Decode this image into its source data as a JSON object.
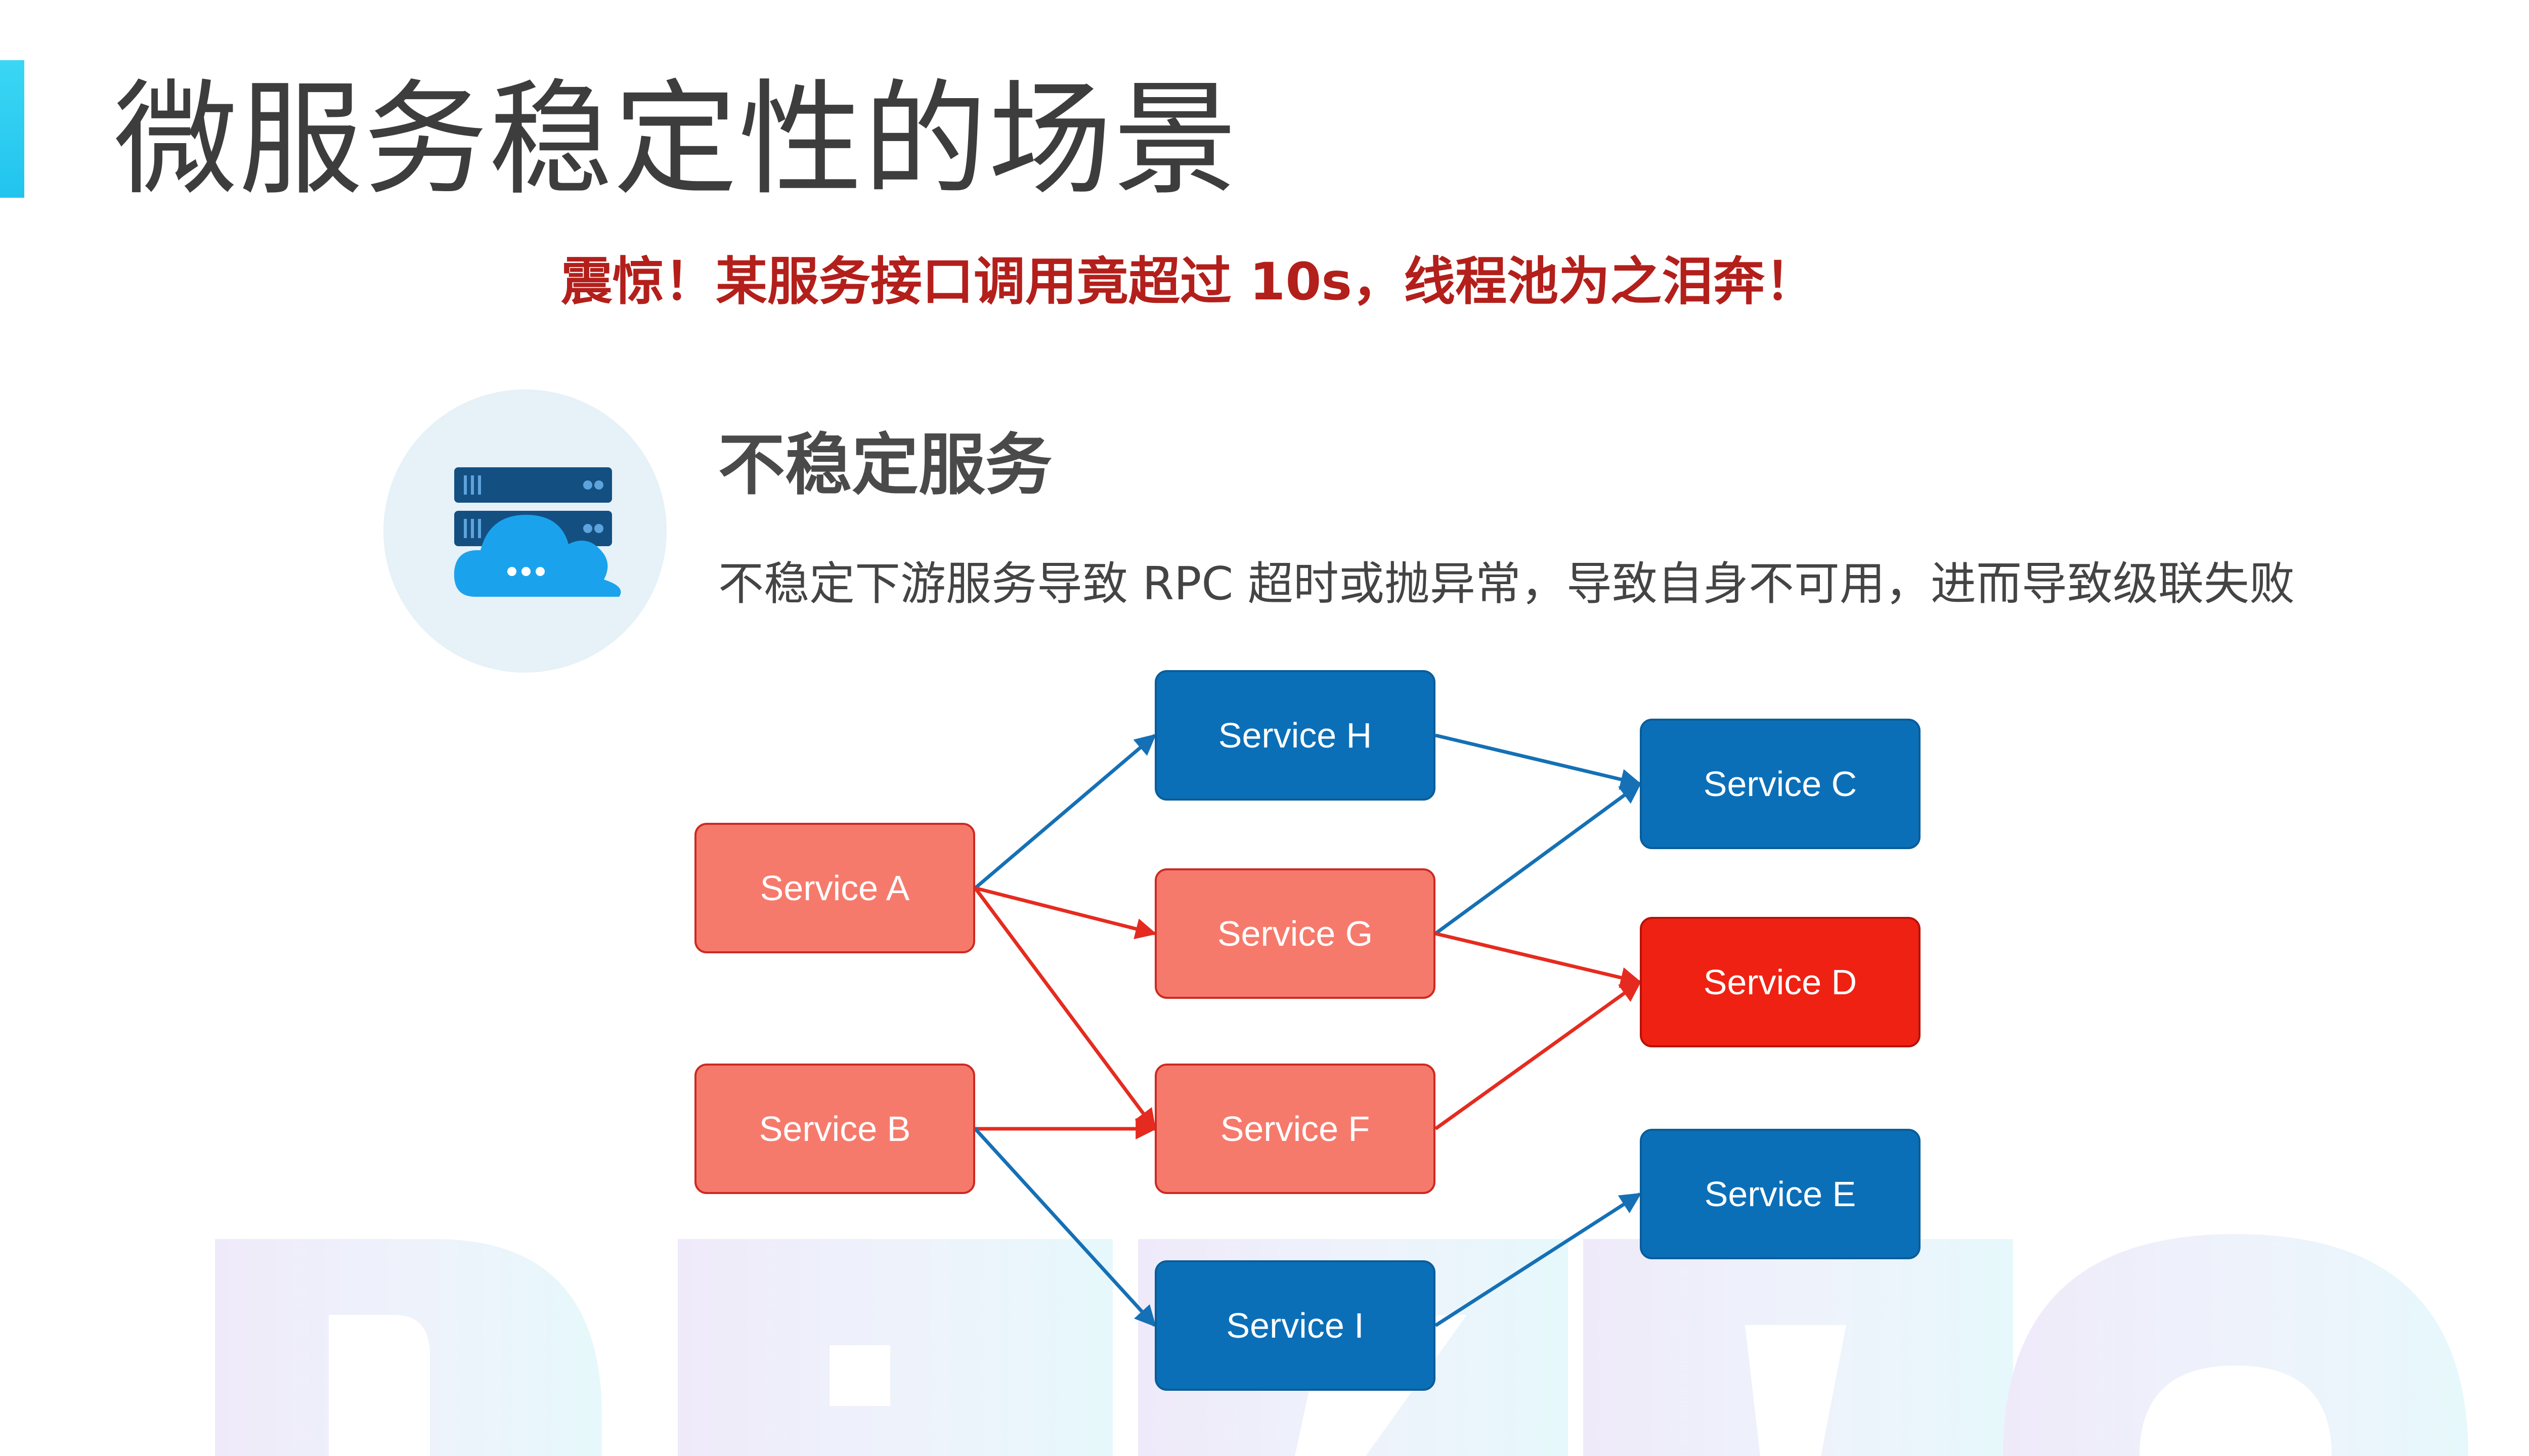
{
  "slide": {
    "title": "微服务稳定性的场景",
    "headline": "震惊！某服务接口调用竟超过 10s，线程池为之泪奔！",
    "section_title": "不稳定服务",
    "section_desc": "不稳定下游服务导致 RPC 超时或抛异常，导致自身不可用，进而导致级联失败",
    "icon": "server-cloud-icon",
    "watermark": "DUBBO"
  },
  "colors": {
    "accent": "#22c4ee",
    "headline": "#b31f1b",
    "normal_node": "#0b6fb8",
    "affected_node": "#f67a6c",
    "failed_node": "#ef2112",
    "normal_edge": "#1570b5",
    "failure_edge": "#e52b1f"
  },
  "diagram": {
    "nodes": [
      {
        "id": "A",
        "label": "Service A",
        "status": "affected"
      },
      {
        "id": "B",
        "label": "Service B",
        "status": "affected"
      },
      {
        "id": "H",
        "label": "Service H",
        "status": "normal"
      },
      {
        "id": "G",
        "label": "Service G",
        "status": "affected"
      },
      {
        "id": "F",
        "label": "Service F",
        "status": "affected"
      },
      {
        "id": "I",
        "label": "Service I",
        "status": "normal"
      },
      {
        "id": "C",
        "label": "Service C",
        "status": "normal"
      },
      {
        "id": "D",
        "label": "Service D",
        "status": "failed"
      },
      {
        "id": "E",
        "label": "Service E",
        "status": "normal"
      }
    ],
    "edges": [
      {
        "from": "A",
        "to": "H",
        "kind": "normal"
      },
      {
        "from": "A",
        "to": "G",
        "kind": "failure"
      },
      {
        "from": "A",
        "to": "F",
        "kind": "failure"
      },
      {
        "from": "B",
        "to": "F",
        "kind": "failure"
      },
      {
        "from": "B",
        "to": "I",
        "kind": "normal"
      },
      {
        "from": "H",
        "to": "C",
        "kind": "normal"
      },
      {
        "from": "G",
        "to": "C",
        "kind": "normal"
      },
      {
        "from": "G",
        "to": "D",
        "kind": "failure"
      },
      {
        "from": "F",
        "to": "D",
        "kind": "failure"
      },
      {
        "from": "I",
        "to": "E",
        "kind": "normal"
      }
    ]
  }
}
